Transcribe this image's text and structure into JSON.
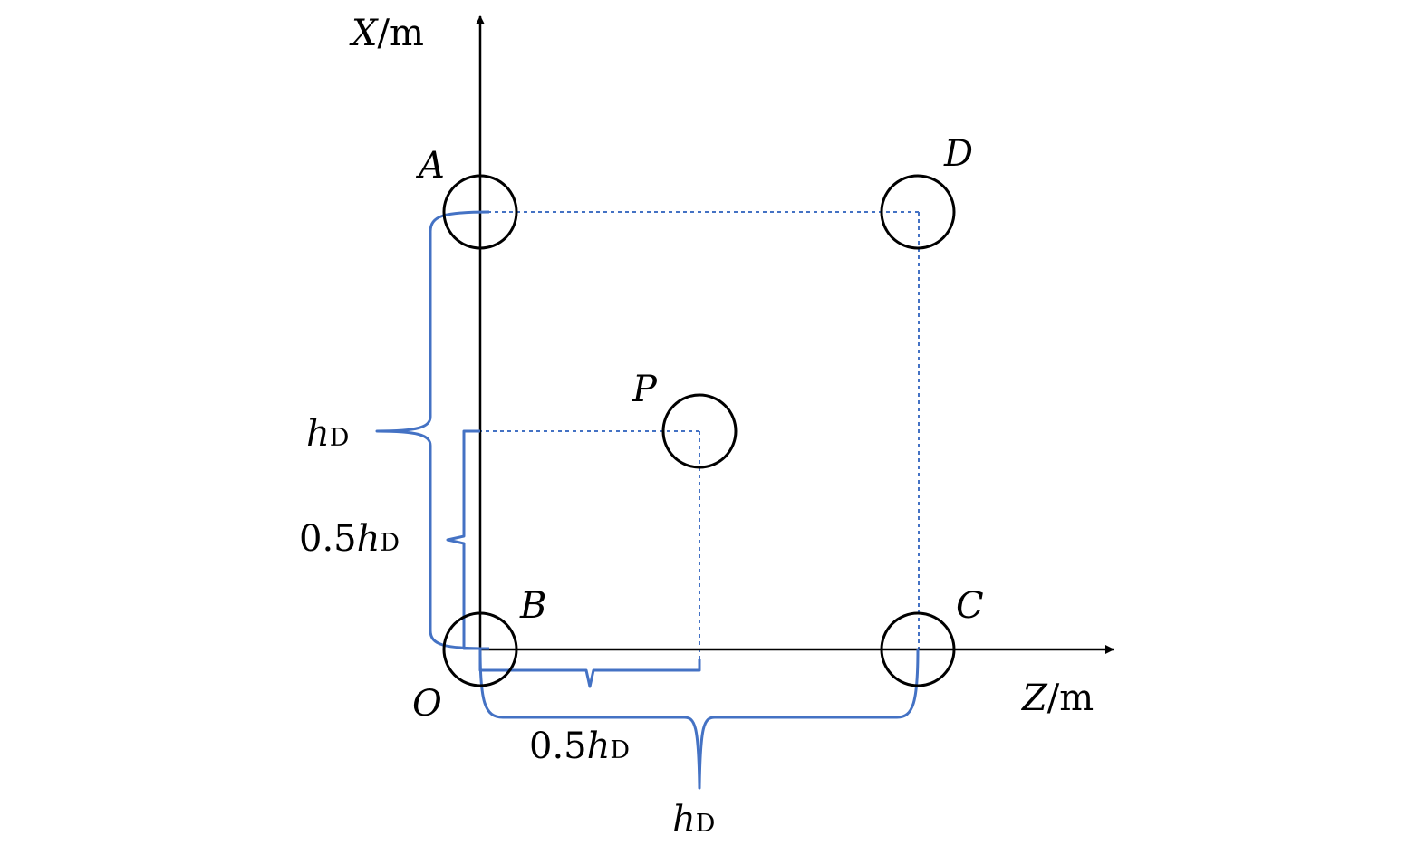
{
  "colors": {
    "axis": "#000000",
    "circle": "#000000",
    "dashed": "#4472c4",
    "brace": "#4472c4"
  },
  "axes": {
    "x_axis": {
      "var": "X",
      "unit": "/m"
    },
    "z_axis": {
      "var": "Z",
      "unit": "/m"
    },
    "origin": "O"
  },
  "points": {
    "A": "A",
    "B": "B",
    "C": "C",
    "D": "D",
    "P": "P"
  },
  "dimensions": {
    "left_full": {
      "coef": "",
      "var": "h",
      "sub": "D"
    },
    "left_half": {
      "coef": "0.5",
      "var": "h",
      "sub": "D"
    },
    "bottom_half": {
      "coef": "0.5",
      "var": "h",
      "sub": "D"
    },
    "bottom_full": {
      "coef": "",
      "var": "h",
      "sub": "D"
    }
  }
}
